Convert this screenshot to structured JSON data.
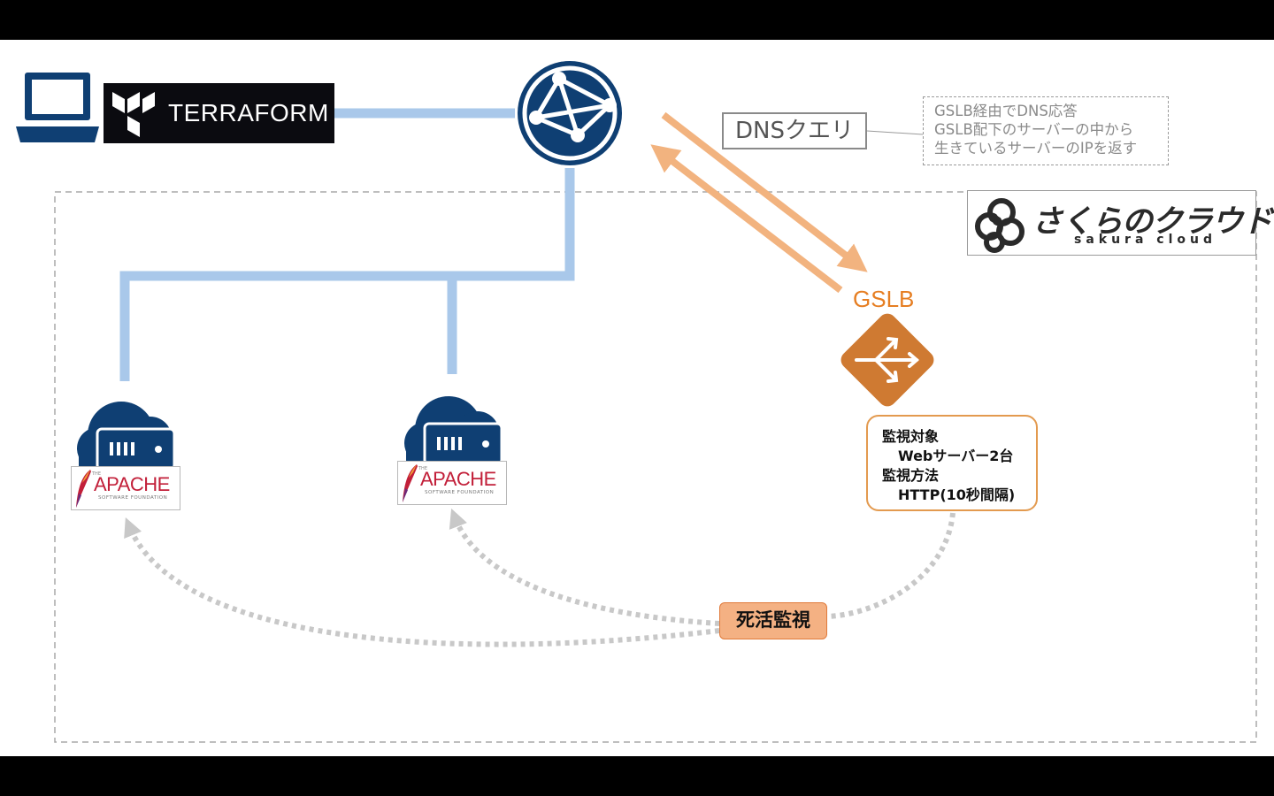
{
  "terraform": {
    "logo_text": "TERRAFORM"
  },
  "dns_query": {
    "label": "DNSクエリ"
  },
  "note": {
    "lines": [
      "GSLB経由でDNS応答",
      "GSLB配下のサーバーの中から",
      "生きているサーバーのIPを返す"
    ]
  },
  "sakura": {
    "name_jp": "さくらのクラウド",
    "name_en": "sakura cloud"
  },
  "gslb": {
    "label": "GSLB"
  },
  "monitor": {
    "line1": "監視対象",
    "line2": "Webサーバー2台",
    "line3": "監視方法",
    "line4": "HTTP(10秒間隔)"
  },
  "health_check": {
    "label": "死活監視"
  },
  "apache": {
    "the": "THE",
    "name": "APACHE",
    "sub": "SOFTWARE FOUNDATION"
  },
  "colors": {
    "navy": "#0f3f73",
    "link_blue": "#a9c8ea",
    "arrow_orange": "#f2b37f",
    "gslb_orange": "#cf7a32",
    "dotted_gray": "#c8c8c8"
  }
}
